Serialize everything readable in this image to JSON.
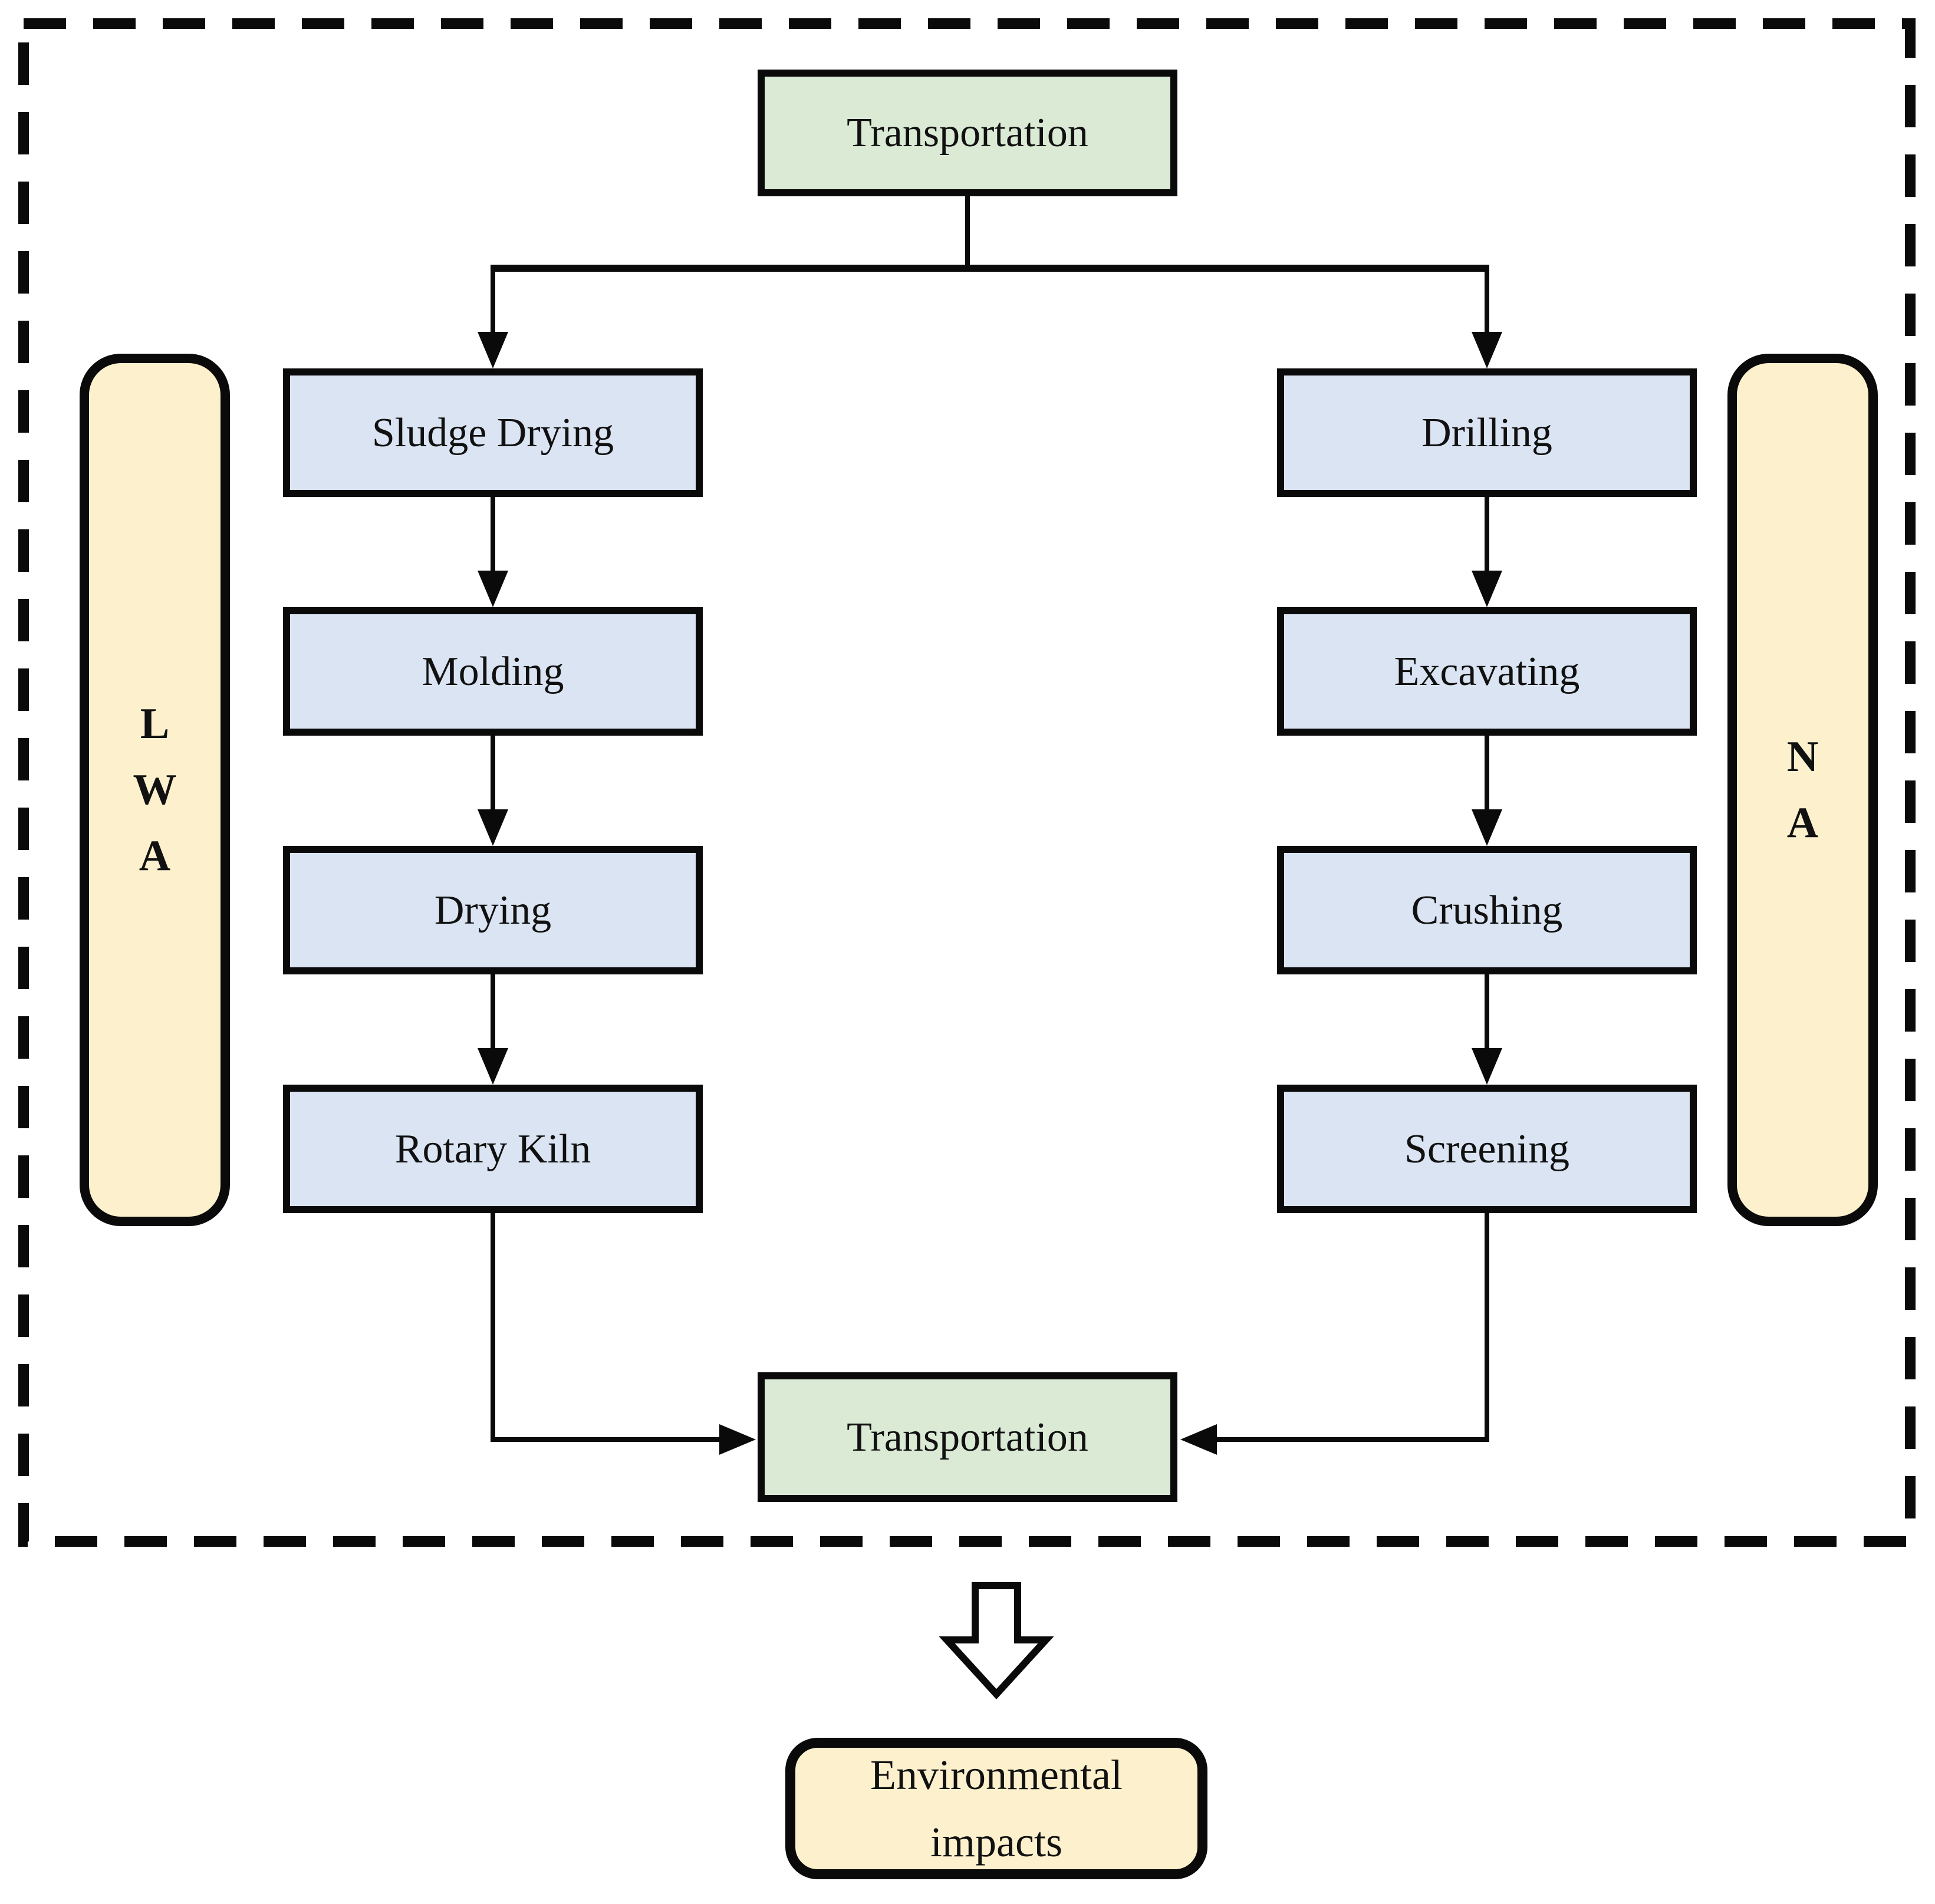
{
  "colors": {
    "line": "#0a0a0a",
    "box-border": "#0a0a0a",
    "process-fill": "#dbe4f2",
    "transport-fill": "#dbead5",
    "side-fill": "#fdf0cc",
    "page-bg": "#ffffff",
    "text": "#111111"
  },
  "nodes": {
    "transport_top": "Transportation",
    "transport_bottom": "Transportation"
  },
  "columns": {
    "lwa": {
      "steps": [
        "Sludge Drying",
        "Molding",
        "Drying",
        "Rotary Kiln"
      ]
    },
    "na": {
      "steps": [
        "Drilling",
        "Excavating",
        "Crushing",
        "Screening"
      ]
    }
  },
  "sidebars": {
    "left": {
      "letters": [
        "L",
        "W",
        "A"
      ]
    },
    "right": {
      "letters": [
        "N",
        "A"
      ]
    }
  },
  "outcome": {
    "line1": "Environmental",
    "line2": "impacts"
  }
}
